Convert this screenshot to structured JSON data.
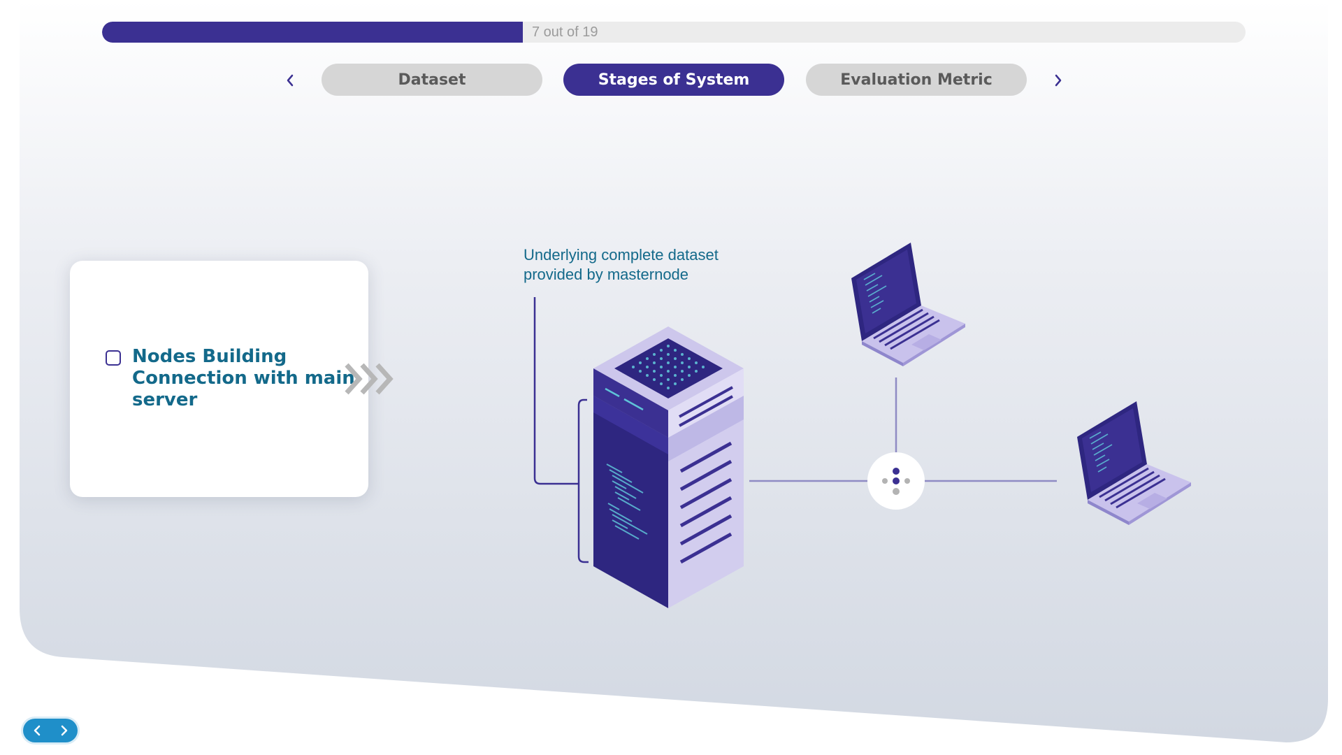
{
  "progress": {
    "label": "7 out of 19",
    "current": 7,
    "total": 19,
    "fill_fraction": 0.368
  },
  "tabs": [
    {
      "label": "Dataset",
      "active": false
    },
    {
      "label": "Stages of System",
      "active": true
    },
    {
      "label": "Evaluation Metric",
      "active": false
    }
  ],
  "nav": {
    "prev_icon": "chevron-left-icon",
    "next_icon": "chevron-right-icon"
  },
  "card": {
    "title_lines": [
      "Nodes Building",
      "Connection with main",
      "server"
    ],
    "checked": false
  },
  "diagram": {
    "annotation_lines": [
      "Underlying complete dataset",
      "provided by masternode"
    ],
    "server_icon": "server-rack-icon",
    "laptop_icon": "laptop-icon",
    "hub_icon": "network-hub-icon"
  },
  "colors": {
    "accent": "#3b3092",
    "text_teal": "#13698a",
    "tab_inactive": "#d6d6d6",
    "mini_nav": "#1f8fc9"
  }
}
